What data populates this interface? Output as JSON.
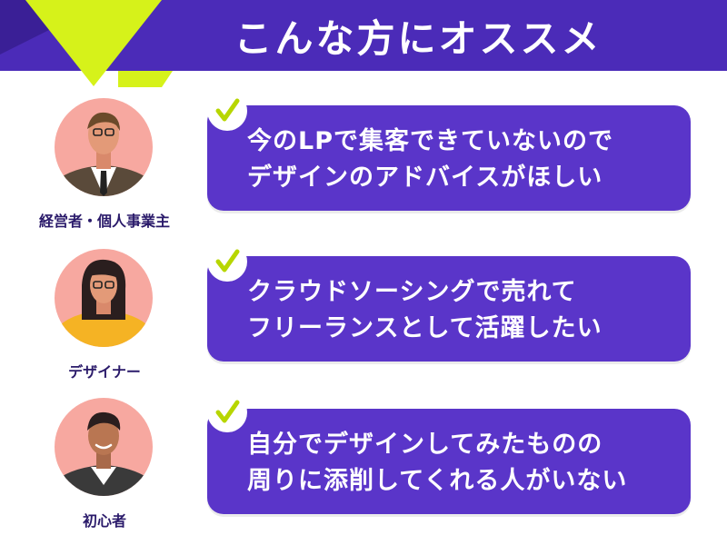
{
  "header": {
    "title": "こんな方にオススメ"
  },
  "colors": {
    "primary": "#4b2bb8",
    "card": "#5a35c9",
    "accent": "#d6f21a",
    "avatar_bg": "#f7a8a0",
    "label": "#2a1a6a"
  },
  "personas": [
    {
      "label": "経営者・個人事業主",
      "line1": "今のLPで集客できていないので",
      "line2": "デザインのアドバイスがほしい",
      "icon": "check-icon"
    },
    {
      "label": "デザイナー",
      "line1": "クラウドソーシングで売れて",
      "line2": "フリーランスとして活躍したい",
      "icon": "check-icon"
    },
    {
      "label": "初心者",
      "line1": "自分でデザインしてみたものの",
      "line2": "周りに添削してくれる人がいない",
      "icon": "check-icon"
    }
  ]
}
